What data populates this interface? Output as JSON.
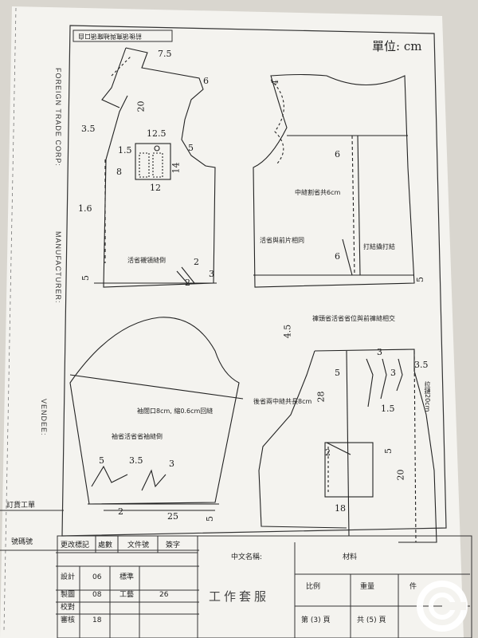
{
  "header": {
    "stamp": "前後領寬與袖窿領口自",
    "unit": "單位: cm",
    "vertical_company": "FOREIGN TRADE CORP:",
    "vertical_manufacturer": "MANUFACTURER:",
    "vertical_vendee": "VENDEE:"
  },
  "front_piece": {
    "dims": [
      "7.5",
      "6",
      "20",
      "3.5",
      "12.5",
      "1.5",
      "5",
      "8",
      "14",
      "12",
      "1.6",
      "2",
      "3",
      "5",
      "2"
    ],
    "note_seam": "活省襯領縫倒"
  },
  "back_piece": {
    "dims": [
      "4",
      "6",
      "6",
      "5"
    ],
    "note_center": "中縫割省共6cm",
    "note_dart": "活省與前片相同",
    "note_tack": "打結撬打結"
  },
  "sleeve_piece": {
    "dims": [
      "5",
      "3.5",
      "3",
      "2",
      "25",
      "5"
    ],
    "note_hem": "袖闊口8cm, 縮0.6cm回縫",
    "note_dart": "袖省活省省袖縫倒"
  },
  "pants_piece": {
    "dims": [
      "4.5",
      "3",
      "5",
      "3",
      "3.5",
      "28",
      "1.5",
      "2",
      "5",
      "20",
      "18"
    ],
    "note_waist": "褲頭省活省省位與前褲縫相交",
    "note_back": "後省兩中縫共長8cm",
    "note_side": "拉鏈20cm"
  },
  "title_block": {
    "left_order": "訂貨工單",
    "order_no": "號碼號",
    "col_headers": [
      "更改標記",
      "處數",
      "文件號",
      "簽字"
    ],
    "rows": [
      {
        "k": "設計",
        "v": "06"
      },
      {
        "k": "製圖",
        "v": "08"
      },
      {
        "k": "校對",
        "v": ""
      },
      {
        "k": "審核",
        "v": "18"
      }
    ],
    "mid_headers": [
      {
        "k": "標準",
        "v": ""
      },
      {
        "k": "工藝",
        "v": "26"
      }
    ],
    "name_label": "中文名稱:",
    "garment_name": "工作套服",
    "material_label": "材料",
    "scale_label": "比例",
    "weight_label": "重量",
    "page_info": "第 (3) 頁",
    "total_info": "共 (5) 頁",
    "extra": "件"
  }
}
